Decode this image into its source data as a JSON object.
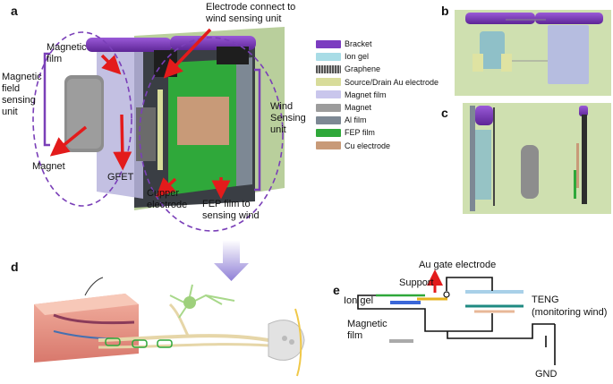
{
  "panels": {
    "a": "a",
    "b": "b",
    "c": "c",
    "d": "d",
    "e": "e"
  },
  "panel_a": {
    "labels": {
      "electrode_connect": "Electrode connect to\nwind sensing unit",
      "magnetic_film": "Magnetic\nfilm",
      "magnetic_field_unit": "Magnetic\nfield\nsensing\nunit",
      "magnet": "Magnet",
      "gfet": "GFET",
      "cupper_electrode": "Cupper\nelectrode",
      "fep_film": "FEP film to\nsensing wind",
      "wind_unit": "Wind\nSensing\nunit"
    }
  },
  "legend": [
    {
      "label": "Bracket",
      "color": "#7b3cc0"
    },
    {
      "label": "Ion gel",
      "color": "#a8dce6"
    },
    {
      "label": "Graphene",
      "color": "#555555"
    },
    {
      "label": "Source/Drain Au electrode",
      "color": "#d8dc9a"
    },
    {
      "label": "Magnet  film",
      "color": "#c9c6ec"
    },
    {
      "label": "Magnet",
      "color": "#9c9c9c"
    },
    {
      "label": "Al film",
      "color": "#7d8894"
    },
    {
      "label": "FEP film",
      "color": "#2fa83a"
    },
    {
      "label": "Cu electrode",
      "color": "#c89a78"
    }
  ],
  "panel_e": {
    "labels": {
      "au_gate": "Au gate electrode",
      "support": "Support",
      "ion_gel": "Ion gel",
      "teng": "TENG\n(monitoring wind)",
      "magnetic_film": "Magnetic\nfilm",
      "gnd": "GND"
    }
  }
}
